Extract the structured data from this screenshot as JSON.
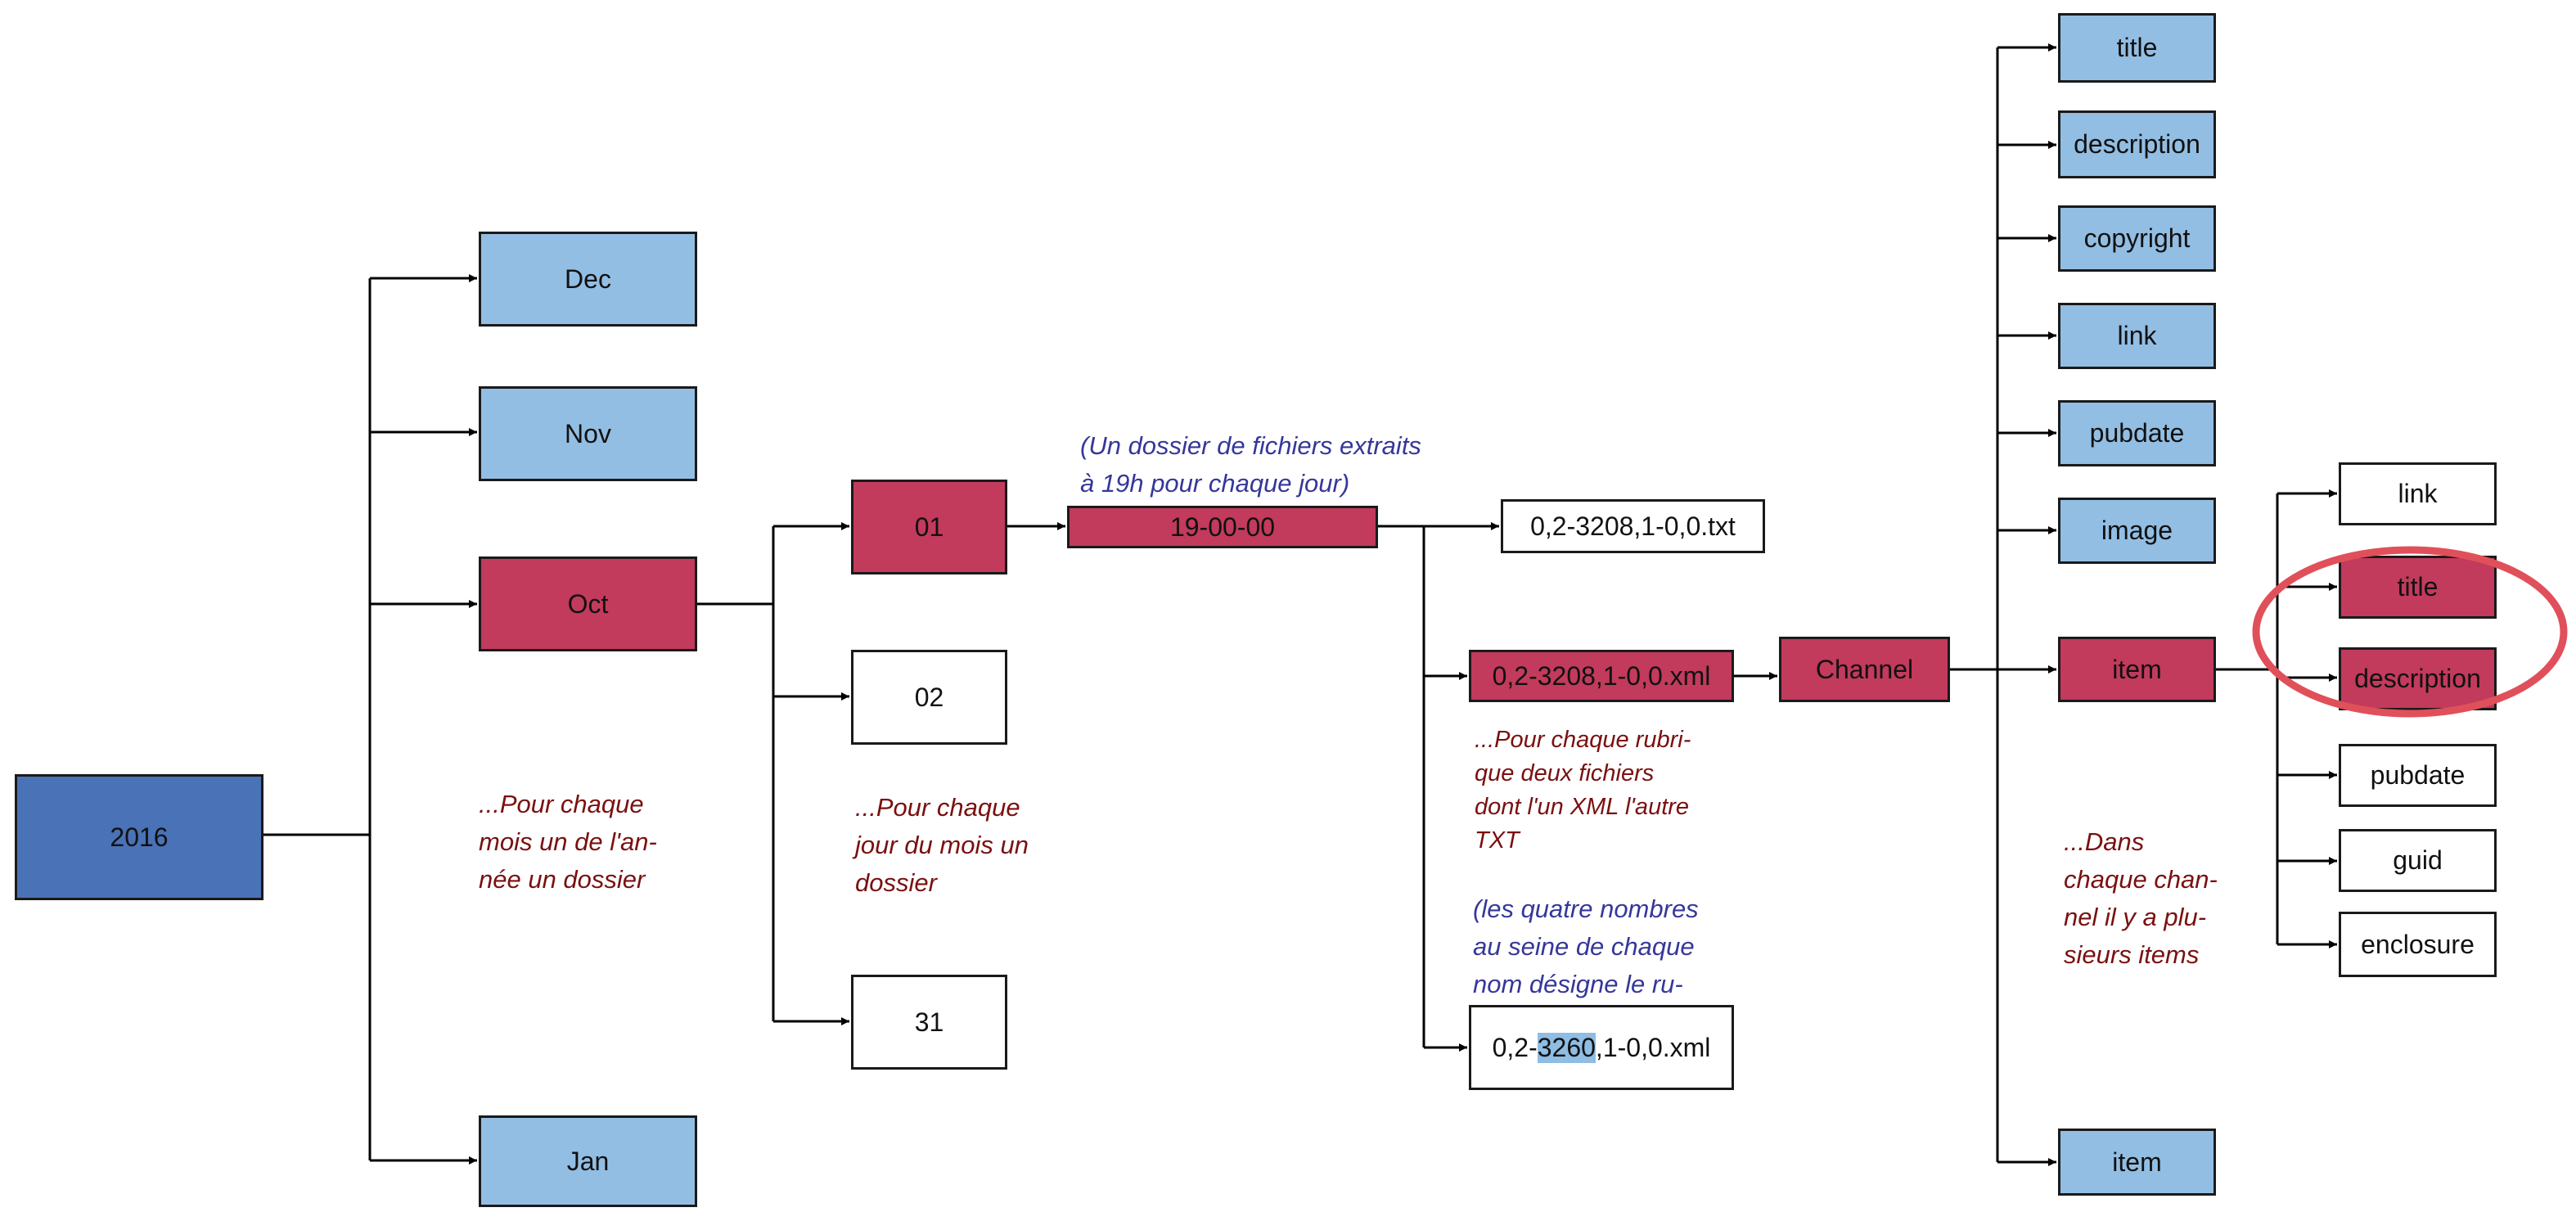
{
  "nodes": {
    "year": "2016",
    "dec": "Dec",
    "nov": "Nov",
    "oct": "Oct",
    "jan": "Jan",
    "day01": "01",
    "day02": "02",
    "day31": "31",
    "time": "19-00-00",
    "txt_file": "0,2-3208,1-0,0.txt",
    "xml_file": "0,2-3208,1-0,0.xml",
    "xml_file2_prefix": "0,2-",
    "xml_file2_highlight": "3260",
    "xml_file2_suffix": ",1-0,0.xml",
    "channel": "Channel",
    "ch_title": "title",
    "ch_description": "description",
    "ch_copyright": "copyright",
    "ch_link": "link",
    "ch_pubdate": "pubdate",
    "ch_image": "image",
    "ch_item": "item",
    "ch_item2": "item",
    "it_link": "link",
    "it_title": "title",
    "it_description": "description",
    "it_pubdate": "pubdate",
    "it_guid": "guid",
    "it_enclosure": "enclosure"
  },
  "notes": {
    "months": "...Pour chaque\nmois un de l'an-\nnée un dossier",
    "days": "...Pour chaque\njour du mois un\ndossier",
    "folder": "(Un dossier de fichiers extraits\nà 19h pour chaque jour)",
    "files": "...Pour chaque rubri-\nque deux fichiers\ndont l'un XML l'autre\nTXT",
    "numbers": "(les quatre nombres\nau seine de chaque\nnom désigne le ru-",
    "items": "...Dans\nchaque chan-\nnel il y a plu-\nsieurs items"
  },
  "colors": {
    "year": "#4a72b6",
    "category": "#93bee3",
    "path": "#c23a5c",
    "leaf": "#ffffff",
    "highlight_circle": "#e0505a",
    "note_red": "#7a1010",
    "note_blue": "#35379a"
  }
}
